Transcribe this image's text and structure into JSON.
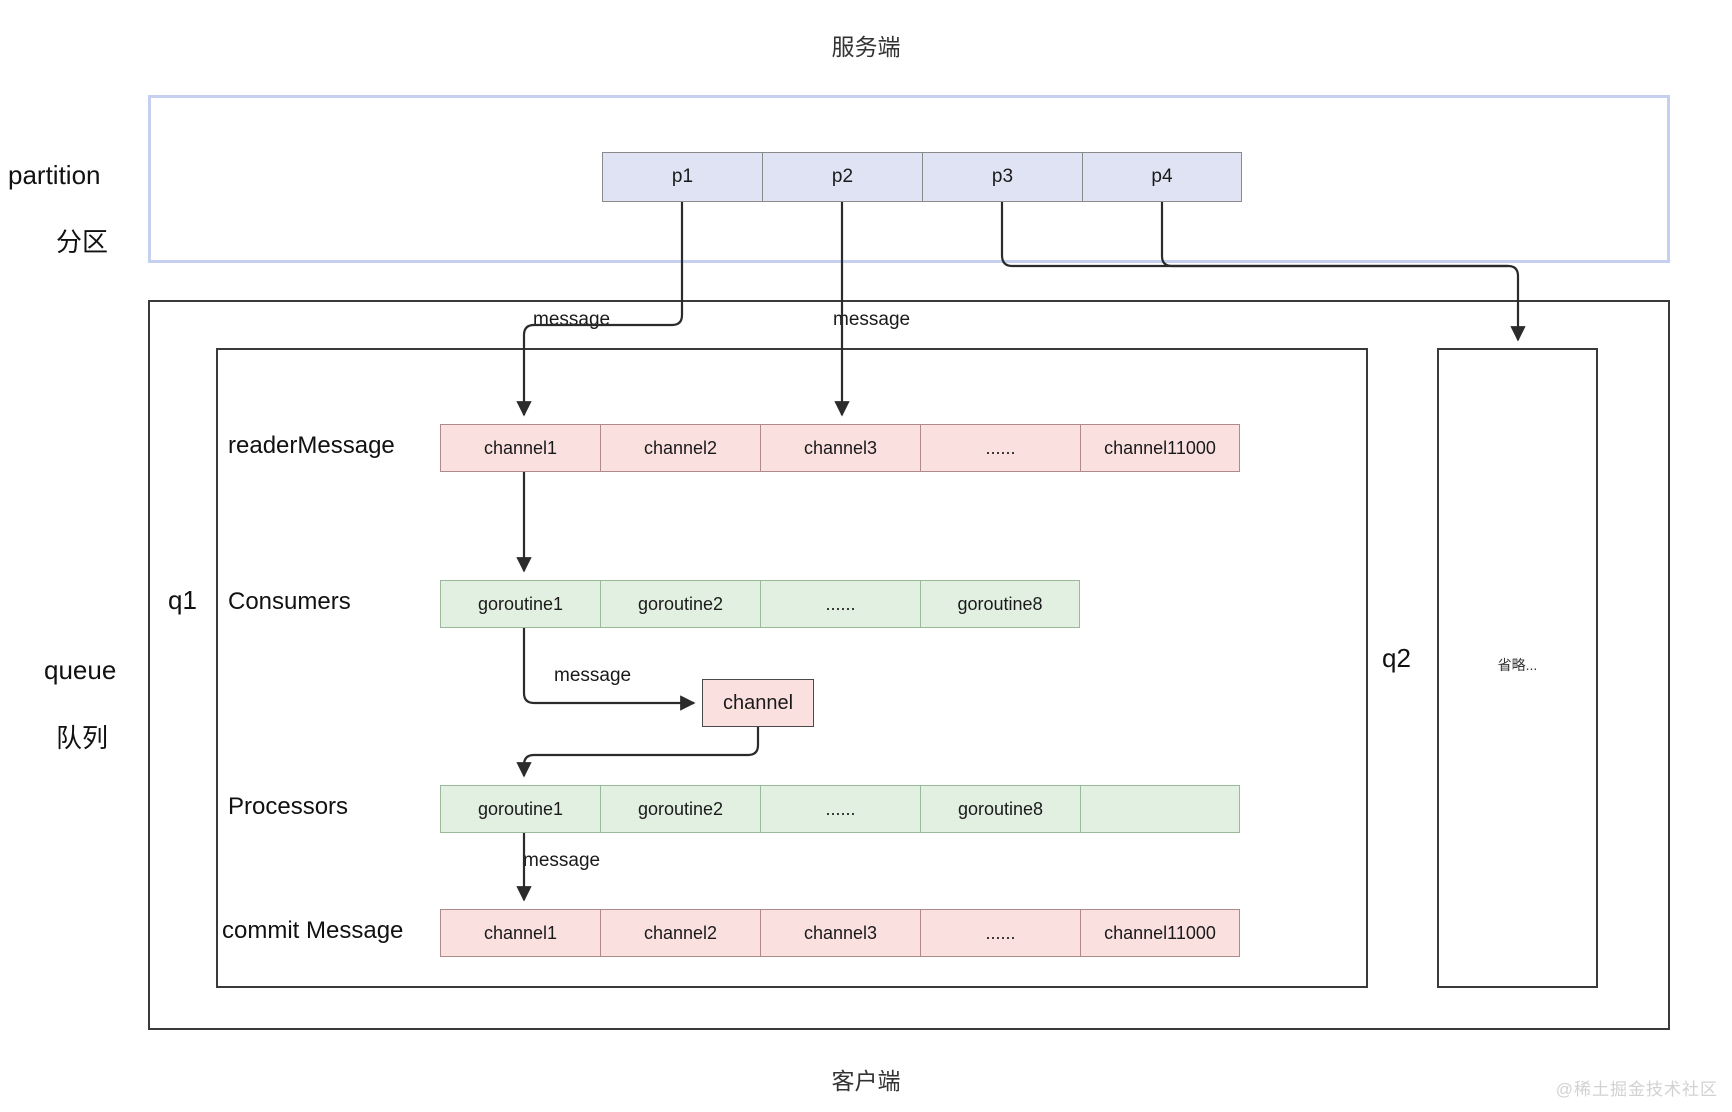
{
  "titles": {
    "server": "服务端",
    "client": "客户端",
    "watermark": "@稀土掘金技术社区"
  },
  "side_labels": {
    "partition_en": "partition",
    "partition_zh": "分区",
    "queue_en": "queue",
    "queue_zh": "队列"
  },
  "server": {
    "partitions": [
      "p1",
      "p2",
      "p3",
      "p4"
    ],
    "border_color": "#c5d0f0",
    "cell_fill": "#dfe3f3"
  },
  "client": {
    "q1_label": "q1",
    "q2_label": "q2",
    "q2_inner_text": "省略..."
  },
  "rows": [
    {
      "label": "readerMessage",
      "style": "pink",
      "cells": [
        "channel1",
        "channel2",
        "channel3",
        "......",
        "channel11000"
      ]
    },
    {
      "label": "Consumers",
      "style": "green",
      "cells": [
        "goroutine1",
        "goroutine2",
        "......",
        "goroutine8"
      ]
    },
    {
      "label": "Processors",
      "style": "green",
      "cells": [
        "goroutine1",
        "goroutine2",
        "......",
        "goroutine8",
        ""
      ]
    },
    {
      "label": "commit Message",
      "style": "pink",
      "cells": [
        "channel1",
        "channel2",
        "channel3",
        "......",
        "channel11000"
      ]
    }
  ],
  "channel_box": {
    "label": "channel",
    "fill": "#fbe0e0"
  },
  "edge_labels": {
    "p1_to_reader": "message",
    "p2_to_reader": "message",
    "consumer_to_channel": "message",
    "processor_to_commit": "message"
  },
  "colors": {
    "pink_fill": "#fbe0e0",
    "pink_border": "#b08a8a",
    "green_fill": "#e2f0e2",
    "green_border": "#9ab89a",
    "blue_fill": "#dfe3f3",
    "blue_border": "#c5d0f0",
    "box_border": "#3a3a3a"
  }
}
